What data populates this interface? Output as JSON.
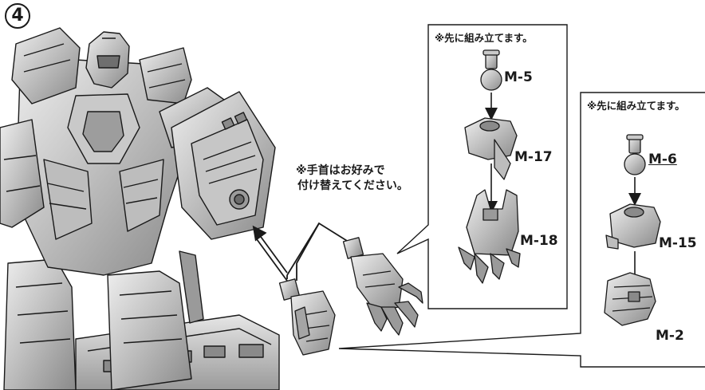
{
  "step": {
    "number": "4",
    "symbol": "④"
  },
  "wrist_note": {
    "line1": "※手首はお好みで",
    "line2": "付け替えてください。"
  },
  "callout_a": {
    "title": "※先に組み立てます。",
    "parts": [
      "M-5",
      "M-17",
      "M-18"
    ]
  },
  "callout_b": {
    "title": "※先に組み立てます。",
    "parts": [
      "M-6",
      "M-15",
      "M-2"
    ]
  },
  "colors": {
    "line": "#1a1a1a",
    "metal_light": "#d9d9d9",
    "metal_mid": "#b3b3b3",
    "metal_dark": "#7a7a7a",
    "background": "#ffffff"
  },
  "illustration": {
    "robot": "robot-illustration",
    "hands": [
      "open-claw-hand",
      "closed-fist-hand"
    ],
    "arrows": [
      "assembly-arrow"
    ]
  }
}
